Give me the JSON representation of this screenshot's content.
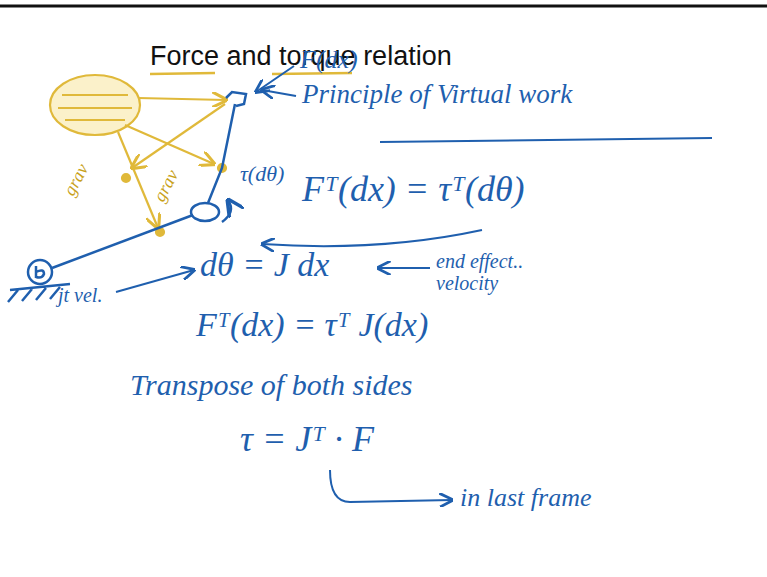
{
  "diagram": {
    "title": "Force and torque relation",
    "labels": [
      "F(dx)",
      "Principle of Virtual work",
      "τ(dθ)",
      "Fᵀ(dx) = τᵀ(dθ)",
      "jt vel.",
      "dθ = J dx",
      "end effect.. velocity",
      "Fᵀ(dx) = τᵀ J(dx)",
      "Transpose of both sides",
      "τ = Jᵀ · F",
      "in last frame",
      "grav",
      "grav"
    ]
  }
}
